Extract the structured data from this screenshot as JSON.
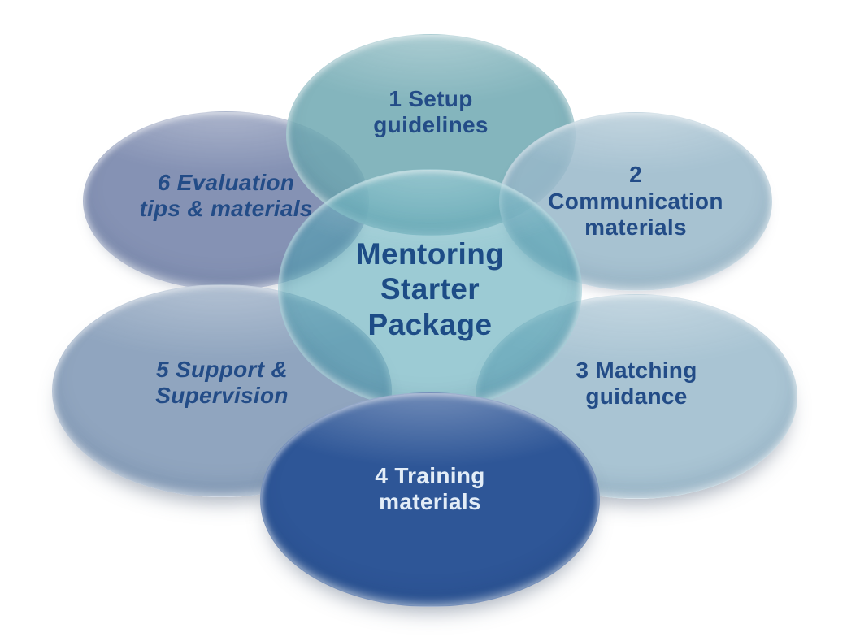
{
  "diagram": {
    "title": "Mentoring Starter Package",
    "background_color": "#ffffff",
    "label_color": "#234c87",
    "center": {
      "id": "center",
      "label": "Mentoring\nStarter\nPackage",
      "fill": "rgba(75,160,177,0.55)",
      "text_color": "#1d4c86"
    },
    "nodes": [
      {
        "id": "1",
        "label": "1 Setup\nguidelines",
        "fill": "rgba(110,168,178,0.85)",
        "text_color": "#234c87"
      },
      {
        "id": "2",
        "label": "2\nCommunication\nmaterials",
        "fill": "rgba(152,183,201,0.85)",
        "text_color": "#234c87"
      },
      {
        "id": "3",
        "label": "3 Matching\nguidance",
        "fill": "rgba(154,186,203,0.85)",
        "text_color": "#234c87"
      },
      {
        "id": "4",
        "label": "4 Training\nmaterials",
        "fill": "rgba(46,86,151,1)",
        "text_color": "#e3edf7"
      },
      {
        "id": "5",
        "label": "5 Support &\nSupervision",
        "fill": "rgba(125,149,180,0.85)",
        "text_color": "#234c87"
      },
      {
        "id": "6",
        "label": "6 Evaluation\ntips & materials",
        "fill": "rgba(112,127,167,0.85)",
        "text_color": "#234c87"
      }
    ]
  }
}
